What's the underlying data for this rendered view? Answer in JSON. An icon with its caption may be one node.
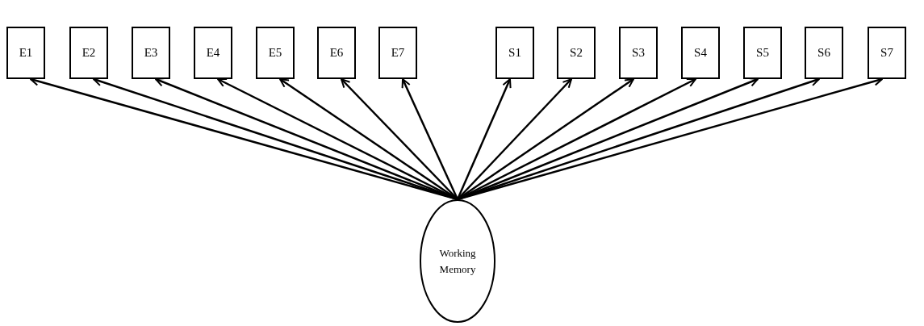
{
  "diagram": {
    "nodes": [
      {
        "text": [
          "E1"
        ]
      },
      {
        "text": [
          "E2"
        ]
      },
      {
        "text": [
          "E3"
        ]
      },
      {
        "text": [
          "E4"
        ]
      },
      {
        "text": [
          "E5"
        ]
      },
      {
        "text": [
          "E6"
        ]
      },
      {
        "text": [
          "E7"
        ]
      },
      {
        "text": [
          "S1"
        ]
      },
      {
        "text": [
          "S2"
        ]
      },
      {
        "text": [
          "S3"
        ]
      },
      {
        "text": [
          "S4"
        ]
      },
      {
        "text": [
          "S5"
        ]
      },
      {
        "text": [
          "S6"
        ]
      },
      {
        "text": [
          "S7"
        ]
      },
      {
        "text": [
          "Working Memory"
        ]
      }
    ],
    "edges": [
      {
        "from": 14,
        "to": 0,
        "arrow": "to"
      },
      {
        "from": 14,
        "to": 1,
        "arrow": "to"
      },
      {
        "from": 14,
        "to": 2,
        "arrow": "to"
      },
      {
        "from": 14,
        "to": 3,
        "arrow": "to"
      },
      {
        "from": 14,
        "to": 4,
        "arrow": "to"
      },
      {
        "from": 14,
        "to": 5,
        "arrow": "to"
      },
      {
        "from": 14,
        "to": 6,
        "arrow": "to"
      },
      {
        "from": 14,
        "to": 7,
        "arrow": "to"
      },
      {
        "from": 14,
        "to": 8,
        "arrow": "to"
      },
      {
        "from": 14,
        "to": 9,
        "arrow": "to"
      },
      {
        "from": 14,
        "to": 10,
        "arrow": "to"
      },
      {
        "from": 14,
        "to": 11,
        "arrow": "to"
      },
      {
        "from": 14,
        "to": 12,
        "arrow": "to"
      },
      {
        "from": 14,
        "to": 13,
        "arrow": "to"
      }
    ]
  }
}
